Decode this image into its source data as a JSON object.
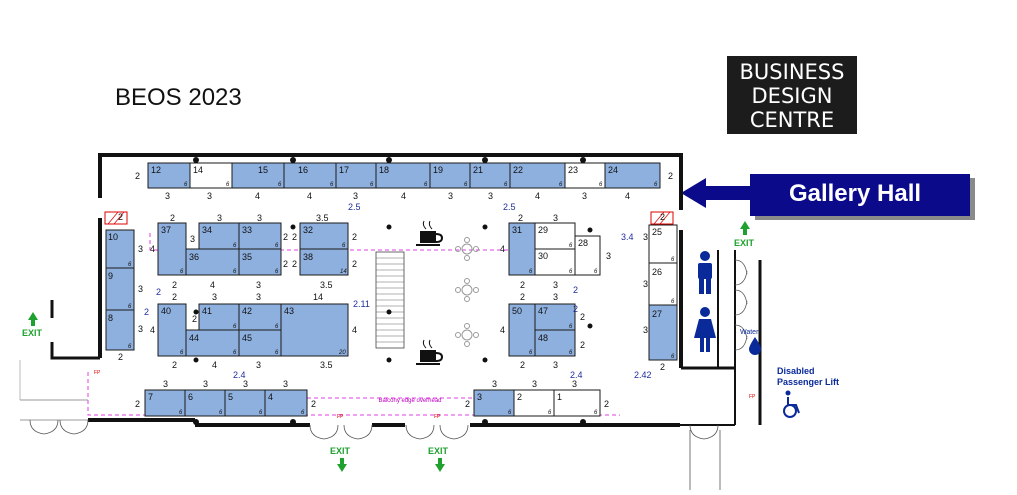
{
  "title": "BEOS 2023",
  "logo": {
    "lines": [
      "BUSINESS",
      "DESIGN",
      "CENTRE"
    ]
  },
  "hall_label": "Gallery Hall",
  "balcony_label": "Balcony edge overhead",
  "lift_label": [
    "Disabled",
    "Passenger Lift"
  ],
  "water_label": "Water",
  "exit_label": "EXIT",
  "fp_label": "FP",
  "colors": {
    "stand": "#8eb0df",
    "hall_banner": "#0a0a8a",
    "exit": "#1ea12e",
    "toilet": "#0a2a9a",
    "logo_bg": "#1c1c1c"
  },
  "stands": [
    {
      "id": "12"
    },
    {
      "id": "14"
    },
    {
      "id": "15"
    },
    {
      "id": "16"
    },
    {
      "id": "17"
    },
    {
      "id": "18"
    },
    {
      "id": "19"
    },
    {
      "id": "21"
    },
    {
      "id": "22"
    },
    {
      "id": "23"
    },
    {
      "id": "24"
    },
    {
      "id": "10"
    },
    {
      "id": "9"
    },
    {
      "id": "8"
    },
    {
      "id": "37"
    },
    {
      "id": "34"
    },
    {
      "id": "33"
    },
    {
      "id": "36"
    },
    {
      "id": "35"
    },
    {
      "id": "32"
    },
    {
      "id": "38"
    },
    {
      "id": "31"
    },
    {
      "id": "29"
    },
    {
      "id": "28"
    },
    {
      "id": "30"
    },
    {
      "id": "25"
    },
    {
      "id": "26"
    },
    {
      "id": "27"
    },
    {
      "id": "40"
    },
    {
      "id": "41"
    },
    {
      "id": "42"
    },
    {
      "id": "43"
    },
    {
      "id": "44"
    },
    {
      "id": "45"
    },
    {
      "id": "50"
    },
    {
      "id": "47"
    },
    {
      "id": "48"
    },
    {
      "id": "7"
    },
    {
      "id": "6"
    },
    {
      "id": "5"
    },
    {
      "id": "4"
    },
    {
      "id": "3"
    },
    {
      "id": "2"
    },
    {
      "id": "1"
    }
  ],
  "aisle_widths": [
    "2.5",
    "2.5",
    "3.4",
    "2",
    "2.11",
    "2",
    "2",
    "2.4",
    "2.4",
    "2.42"
  ],
  "dimensions": [
    "2",
    "3",
    "4",
    "3.5",
    "6",
    "14",
    "20"
  ]
}
